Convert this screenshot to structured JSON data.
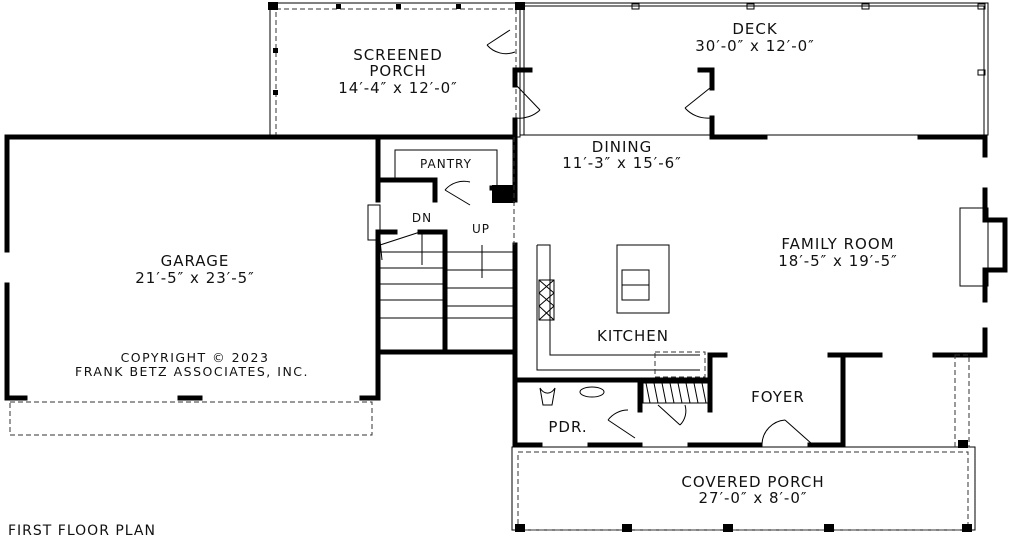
{
  "plan_title": "FIRST FLOOR PLAN",
  "copyright": {
    "line1": "COPYRIGHT  ©  2023",
    "line2": "FRANK BETZ ASSOCIATES, INC."
  },
  "rooms": {
    "screened_porch": {
      "name1": "SCREENED",
      "name2": "PORCH",
      "size": "14′-4″ x 12′-0″"
    },
    "deck": {
      "name": "DECK",
      "size": "30′-0″ x 12′-0″"
    },
    "dining": {
      "name": "DINING",
      "size": "11′-3″ x 15′-6″"
    },
    "family_room": {
      "name": "FAMILY ROOM",
      "size": "18′-5″ x 19′-5″"
    },
    "garage": {
      "name": "GARAGE",
      "size": "21′-5″ x 23′-5″"
    },
    "pantry": {
      "name": "PANTRY"
    },
    "kitchen": {
      "name": "KITCHEN"
    },
    "foyer": {
      "name": "FOYER"
    },
    "pdr": {
      "name": "PDR."
    },
    "covered_porch": {
      "name": "COVERED PORCH",
      "size": "27′-0″ x 8′-0″"
    }
  },
  "stairs": {
    "down": "DN",
    "up": "UP"
  }
}
